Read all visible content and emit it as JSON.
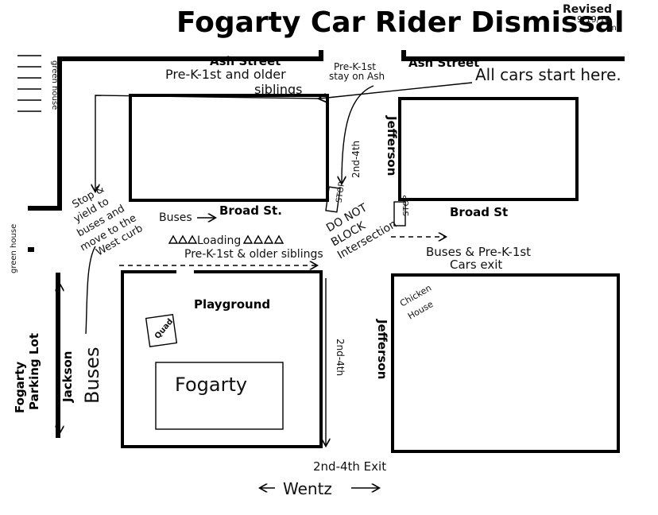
{
  "title": "Fogarty Car Rider Dismissal",
  "revised": {
    "line1": "Revised",
    "line2": "9/19/18",
    "initials": "mt"
  },
  "streets": {
    "ash_left": "Ash Street",
    "ash_right": "Ash Street",
    "broad_left": "Broad St.",
    "broad_right": "Broad St",
    "jefferson_top": "Jefferson",
    "jefferson_bottom": "Jefferson",
    "jackson": "Jackson",
    "wentz": "Wentz"
  },
  "notes": {
    "prek_older_siblings": "Pre-K-1st and older",
    "siblings": "siblings",
    "prek_stay_line1": "Pre-K-1st",
    "prek_stay_line2": "stay on Ash",
    "all_cars_start": "All cars start here.",
    "grades_2_4_top": "2nd-4th",
    "stop_line1": "Stop &",
    "stop_line2": "yield to",
    "stop_line3": "buses and",
    "stop_line4": "move to the",
    "stop_line5": "West curb",
    "buses_arrow": "Buses",
    "do_not_line1": "DO NOT",
    "do_not_line2": "BLOCK",
    "do_not_line3": "Intersection",
    "loading_line1": "Loading",
    "loading_line2": "Pre-K-1st & older siblings",
    "buses_exit_line1": "Buses & Pre-K-1st",
    "buses_exit_line2": "Cars exit",
    "buses_vertical": "Buses",
    "grades_2_4_bottom": "2nd-4th",
    "exit_2_4": "2nd-4th Exit",
    "stop_sign": "STOP",
    "green_house": "green house",
    "green_house_lower": "green house"
  },
  "places": {
    "playground": "Playground",
    "fogarty": "Fogarty",
    "quad": "Quad",
    "chicken_house_line1": "Chicken",
    "chicken_house_line2": "House",
    "parking_lot_line1": "Fogarty",
    "parking_lot_line2": "Parking Lot"
  },
  "icons": {
    "arrow": "arrow-icon",
    "stop_sign": "stop-sign-icon",
    "triangle": "triangle-icon"
  }
}
